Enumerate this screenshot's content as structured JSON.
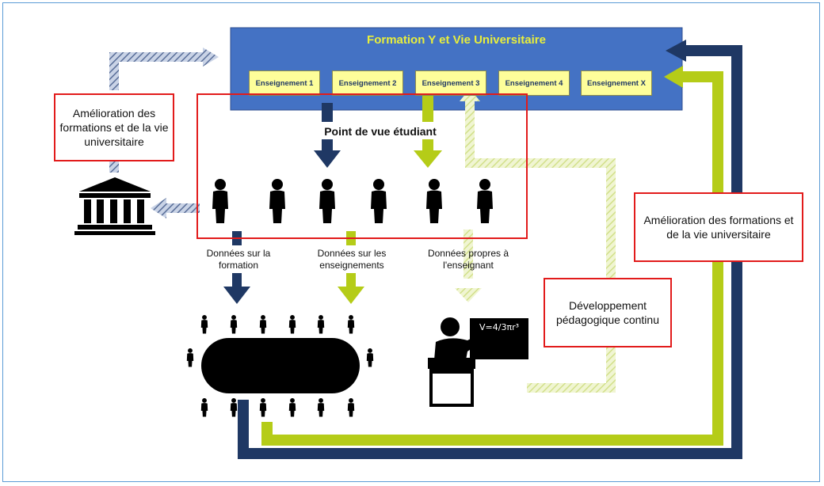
{
  "formation": {
    "title": "Formation Y et Vie Universitaire",
    "courses": [
      "Enseignement 1",
      "Enseignement 2",
      "Enseignement 3",
      "Enseignement 4",
      "Enseignement X"
    ]
  },
  "student_viewpoint": "Point de vue étudiant",
  "labels": {
    "improvement_left": "Amélioration des formations et de la vie universitaire",
    "improvement_right": "Amélioration des formations et de la vie universitaire",
    "pedagogical_development": "Développement pédagogique continu",
    "data_formation": "Données sur la formation",
    "data_courses": "Données sur les enseignements",
    "data_teacher": "Données propres à l'enseignant"
  },
  "chalkboard_formula": "V=4/3πr³",
  "colors": {
    "formation_box": "#4472c4",
    "course_box": "#fefe9a",
    "navy_arrow": "#1f3864",
    "lime_arrow": "#b5cc18",
    "pale_lime_arrow": "#e3edb0",
    "red_outline": "#e21b1b"
  },
  "icons": [
    "university-building-icon",
    "student-icon",
    "meeting-table-icon",
    "teacher-chalkboard-icon"
  ]
}
